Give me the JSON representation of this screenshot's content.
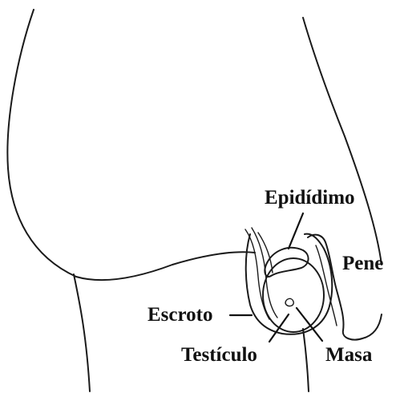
{
  "labels": {
    "epididimo": "Epidídimo",
    "pene": "Pene",
    "escroto": "Escroto",
    "testiculo": "Testículo",
    "masa": "Masa"
  },
  "colors": {
    "line": "#1a1a1a",
    "text": "#111111",
    "background": "#ffffff"
  }
}
